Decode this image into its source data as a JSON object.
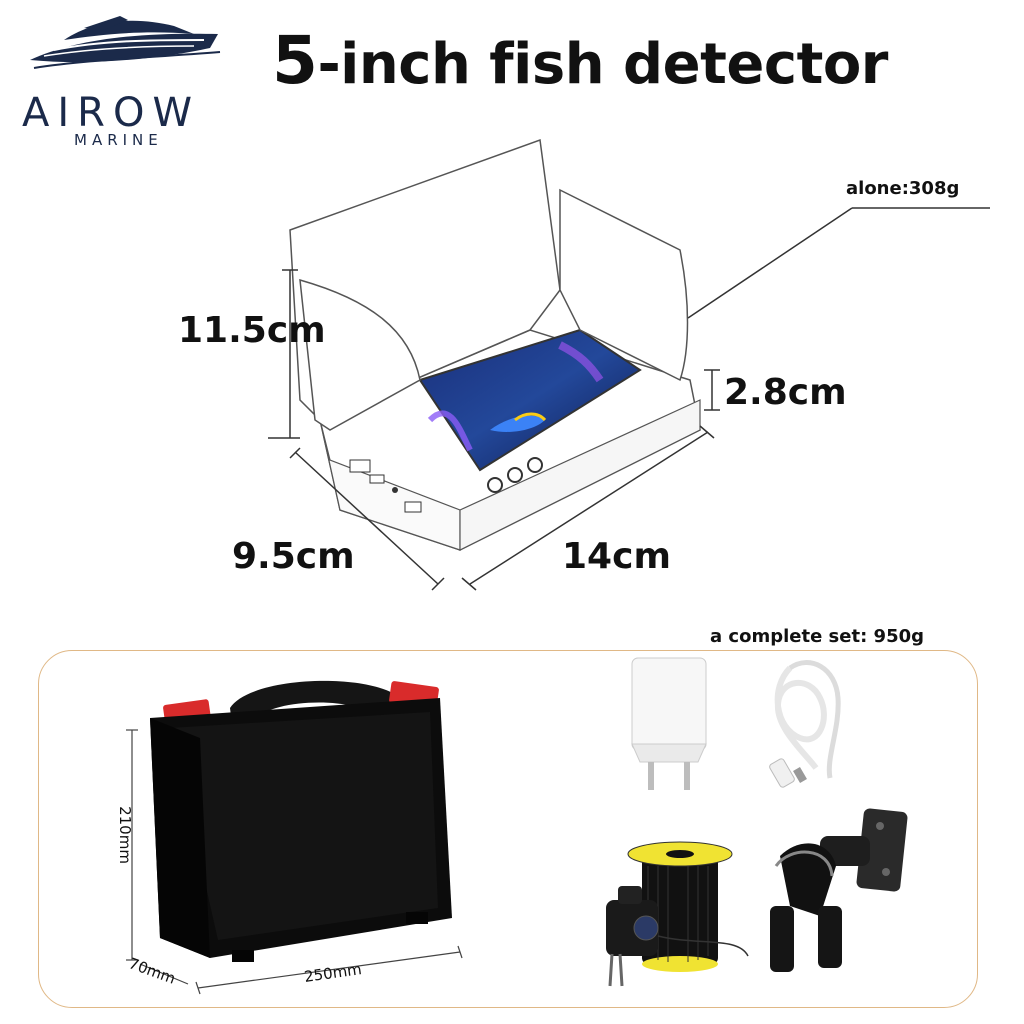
{
  "header": {
    "title_number": "5",
    "title_rest": "-inch fish detector"
  },
  "brand": {
    "name": "AIROW",
    "sub": "MARINE",
    "color": "#1b2a4a"
  },
  "device": {
    "height_label": "11.5cm",
    "thickness_label": "2.8cm",
    "depth_label": "9.5cm",
    "width_label": "14cm",
    "weight_label": "alone:308g"
  },
  "kit": {
    "weight_label": "a complete set: 950g",
    "case_height_label": "210mm",
    "case_depth_label": "70mm",
    "case_width_label": "250mm",
    "accent_color": "#e0b886"
  },
  "icons": [
    "boat-logo-icon",
    "fish-detector-image",
    "carry-case-image",
    "charger-image",
    "usb-cable-image",
    "camera-cable-reel-image",
    "mount-bracket-image"
  ]
}
